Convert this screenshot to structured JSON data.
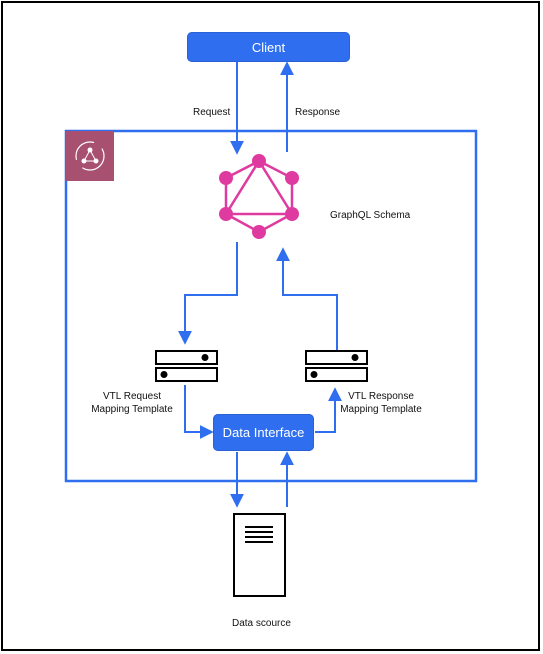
{
  "nodes": {
    "client": "Client",
    "data_interface": "Data Interface"
  },
  "labels": {
    "request": "Request",
    "response": "Response",
    "graphql_schema": "GraphQL Schema",
    "vtl_request_line1": "VTL Request",
    "vtl_request_line2": "Mapping Template",
    "vtl_response_line1": "VTL Response",
    "vtl_response_line2": "Mapping Template",
    "data_source": "Data scource"
  },
  "icons": {
    "appsync": "appsync-icon",
    "graphql": "graphql-logo-icon",
    "vtl_request": "server-icon",
    "vtl_response": "server-icon",
    "data_source": "server-tower-icon"
  },
  "colors": {
    "blue": "#2f6fef",
    "graphql_pink": "#df3a9f",
    "appsync_tile": "#a8506f"
  }
}
